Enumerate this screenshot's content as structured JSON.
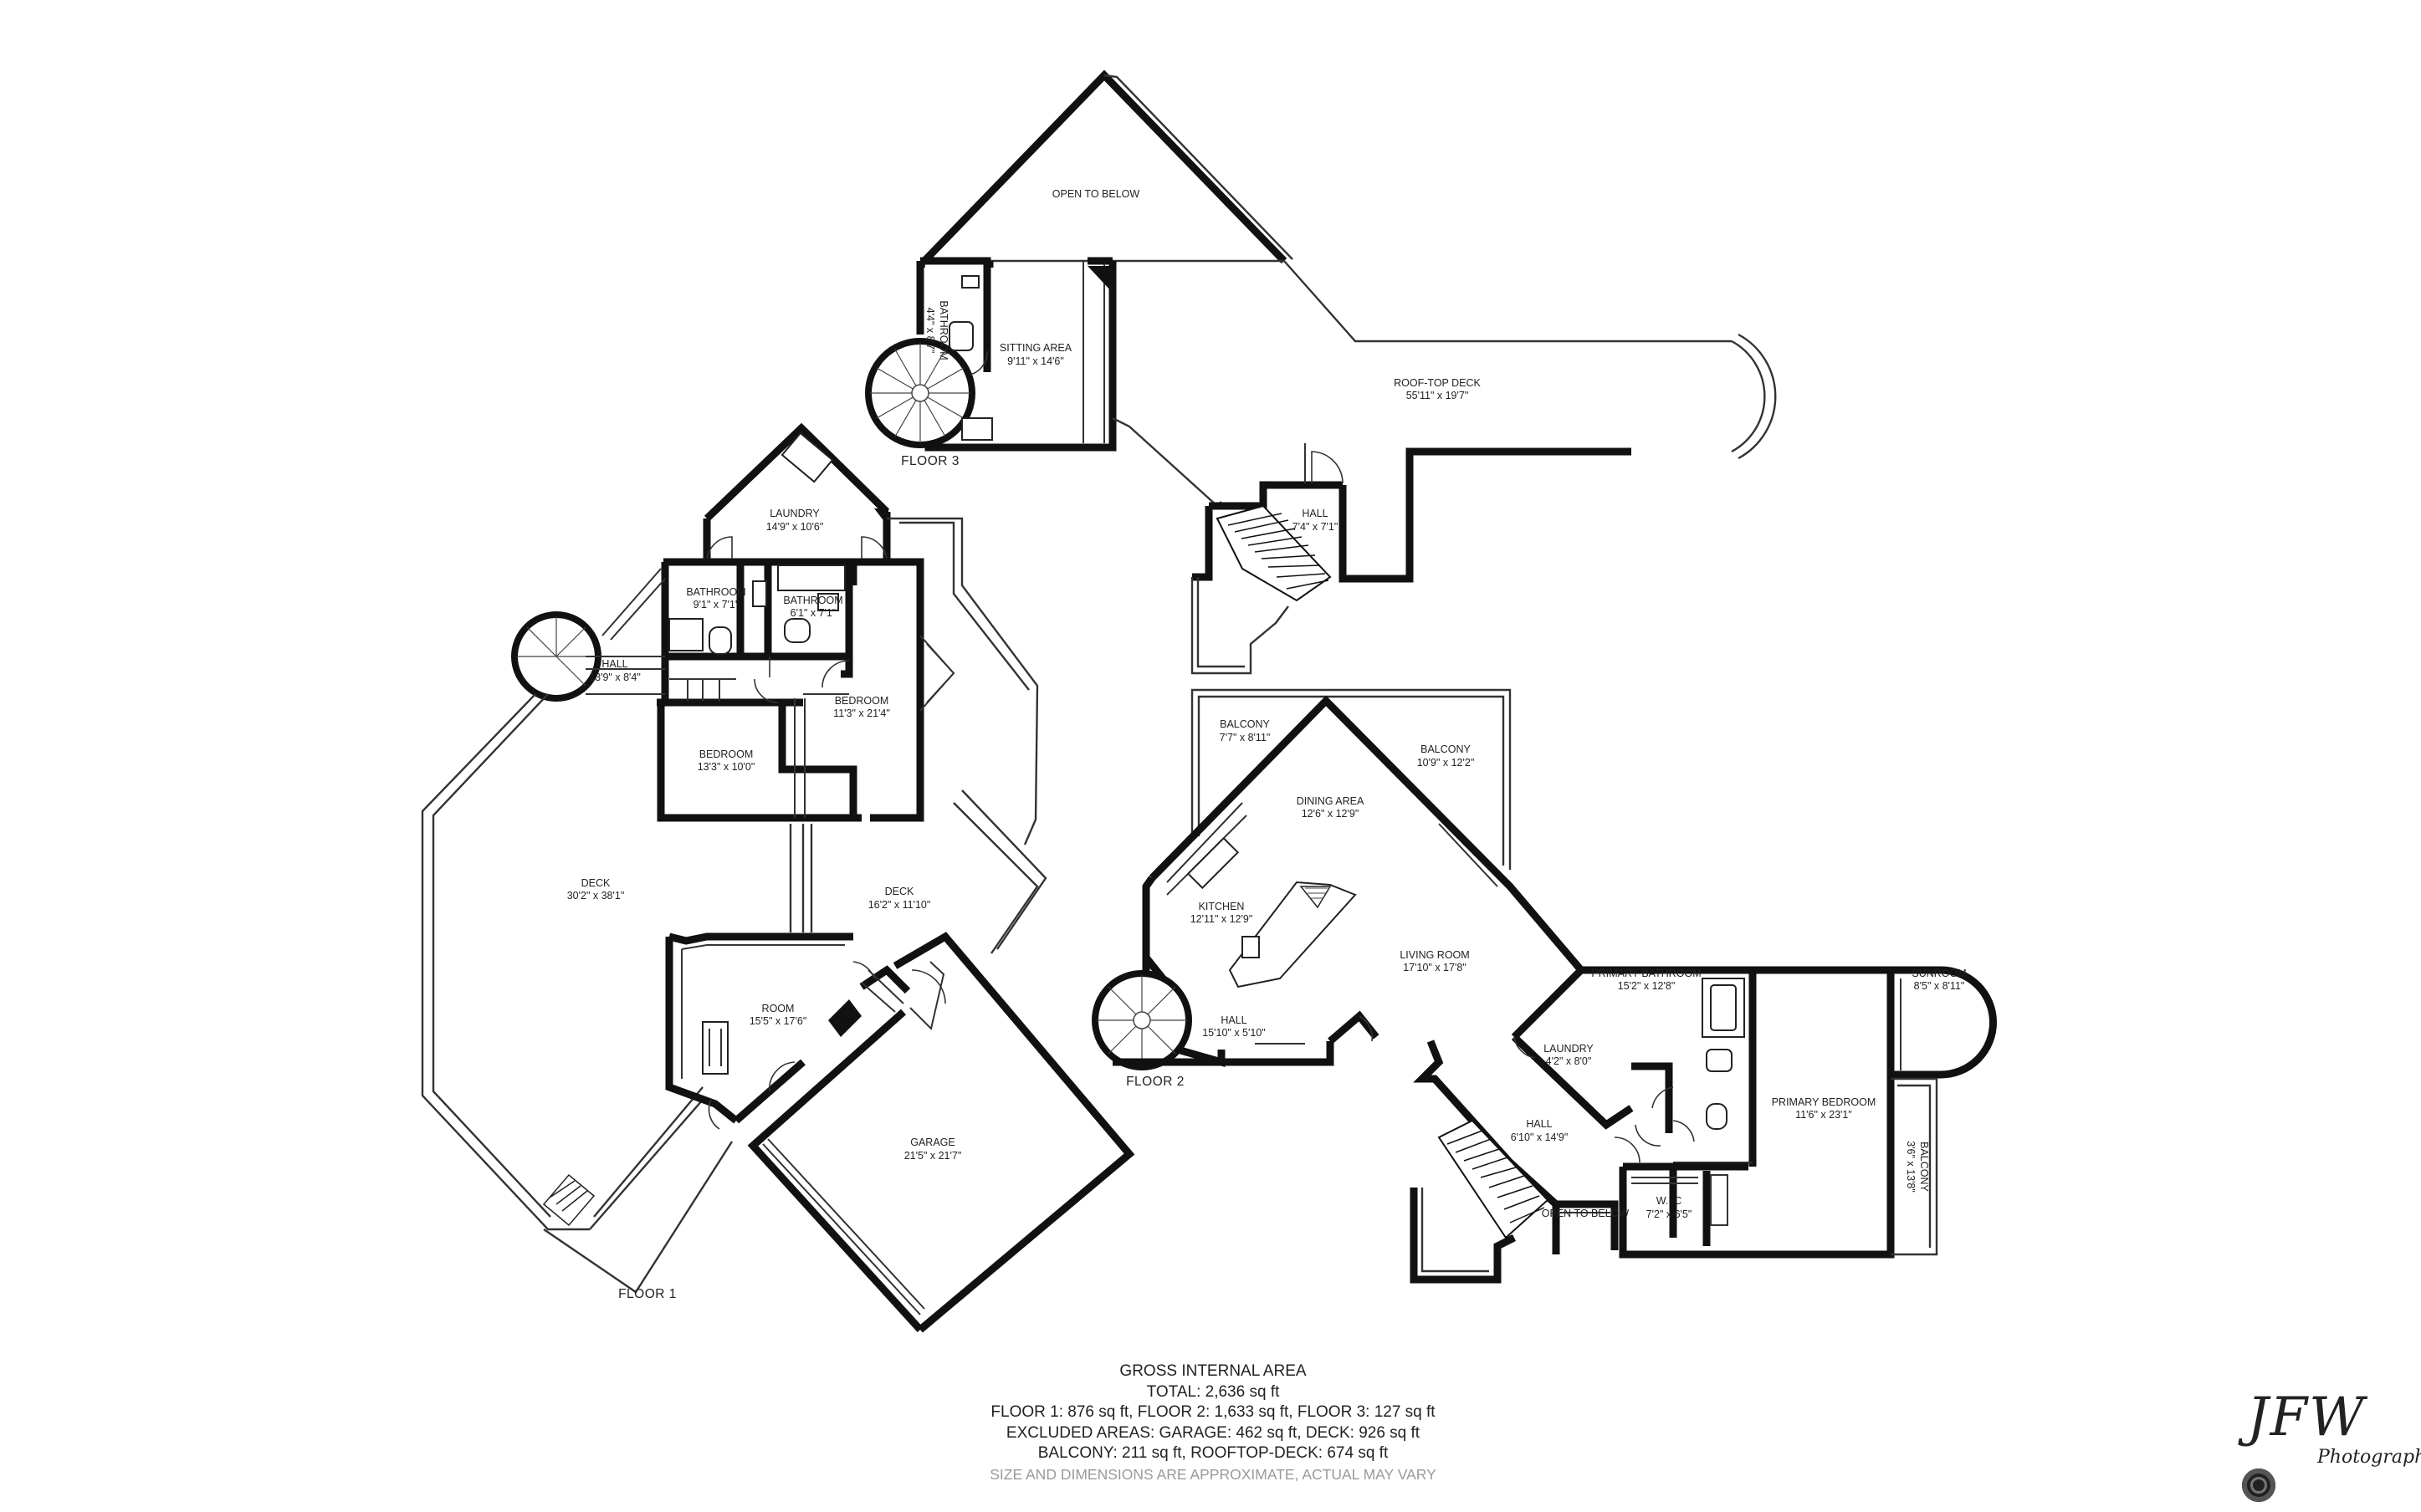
{
  "floors": {
    "floor1": "FLOOR 1",
    "floor2": "FLOOR 2",
    "floor3": "FLOOR 3"
  },
  "rooms": {
    "open_to_below_f3": {
      "name": "OPEN TO BELOW",
      "dim": ""
    },
    "bathroom_f3": {
      "name": "BATHROOM",
      "dim": "4'4\" x 8'7\""
    },
    "sitting_area": {
      "name": "SITTING AREA",
      "dim": "9'11\" x 14'6\""
    },
    "rooftop_deck": {
      "name": "ROOF-TOP DECK",
      "dim": "55'11\" x 19'7\""
    },
    "hall_f3": {
      "name": "HALL",
      "dim": "7'4\" x 7'1\""
    },
    "laundry_f1": {
      "name": "LAUNDRY",
      "dim": "14'9\" x 10'6\""
    },
    "bathroom_a": {
      "name": "BATHROOM",
      "dim": "9'1\" x 7'1\""
    },
    "bathroom_b": {
      "name": "BATHROOM",
      "dim": "6'1\" x 7'1\""
    },
    "hall_f1": {
      "name": "HALL",
      "dim": "13'9\" x 8'4\""
    },
    "bedroom_a": {
      "name": "BEDROOM",
      "dim": "11'3\" x 21'4\""
    },
    "bedroom_b": {
      "name": "BEDROOM",
      "dim": "13'3\" x 10'0\""
    },
    "deck_large": {
      "name": "DECK",
      "dim": "30'2\" x 38'1\""
    },
    "deck_small": {
      "name": "DECK",
      "dim": "16'2\" x 11'10\""
    },
    "room": {
      "name": "ROOM",
      "dim": "15'5\" x 17'6\""
    },
    "garage": {
      "name": "GARAGE",
      "dim": "21'5\" x 21'7\""
    },
    "balcony_a": {
      "name": "BALCONY",
      "dim": "7'7\" x 8'11\""
    },
    "balcony_b": {
      "name": "BALCONY",
      "dim": "10'9\" x 12'2\""
    },
    "dining_area": {
      "name": "DINING AREA",
      "dim": "12'6\" x 12'9\""
    },
    "kitchen": {
      "name": "KITCHEN",
      "dim": "12'11\" x 12'9\""
    },
    "living_room": {
      "name": "LIVING ROOM",
      "dim": "17'10\" x 17'8\""
    },
    "hall_f2a": {
      "name": "HALL",
      "dim": "15'10\" x 5'10\""
    },
    "primary_bathroom": {
      "name": "PRIMARY BATHROOM",
      "dim": "15'2\" x 12'8\""
    },
    "laundry_f2": {
      "name": "LAUNDRY",
      "dim": "4'2\" x 8'0\""
    },
    "sunroom": {
      "name": "SUNROOM",
      "dim": "8'5\" x 8'11\""
    },
    "primary_bedroom": {
      "name": "PRIMARY BEDROOM",
      "dim": "11'6\" x 23'1\""
    },
    "balcony_c": {
      "name": "BALCONY",
      "dim": "3'6\" x 13'8\""
    },
    "hall_f2b": {
      "name": "HALL",
      "dim": "6'10\" x 14'9\""
    },
    "wic": {
      "name": "W.I.C",
      "dim": "7'2\" x 6'5\""
    },
    "open_to_below_f2": {
      "name": "OPEN TO BELOW",
      "dim": ""
    }
  },
  "summary": {
    "heading": "GROSS INTERNAL AREA",
    "total": "TOTAL: 2,636 sq ft",
    "floors": "FLOOR 1: 876 sq ft, FLOOR 2: 1,633 sq ft, FLOOR 3: 127 sq ft",
    "excluded": "EXCLUDED AREAS: GARAGE: 462 sq ft, DECK: 926 sq ft",
    "balcony": "BALCONY: 211 sq ft, ROOFTOP-DECK: 674 sq ft",
    "disclaimer": "SIZE AND DIMENSIONS ARE APPROXIMATE, ACTUAL MAY VARY"
  },
  "logo": {
    "mark": "JFW",
    "sub": "Photography"
  }
}
